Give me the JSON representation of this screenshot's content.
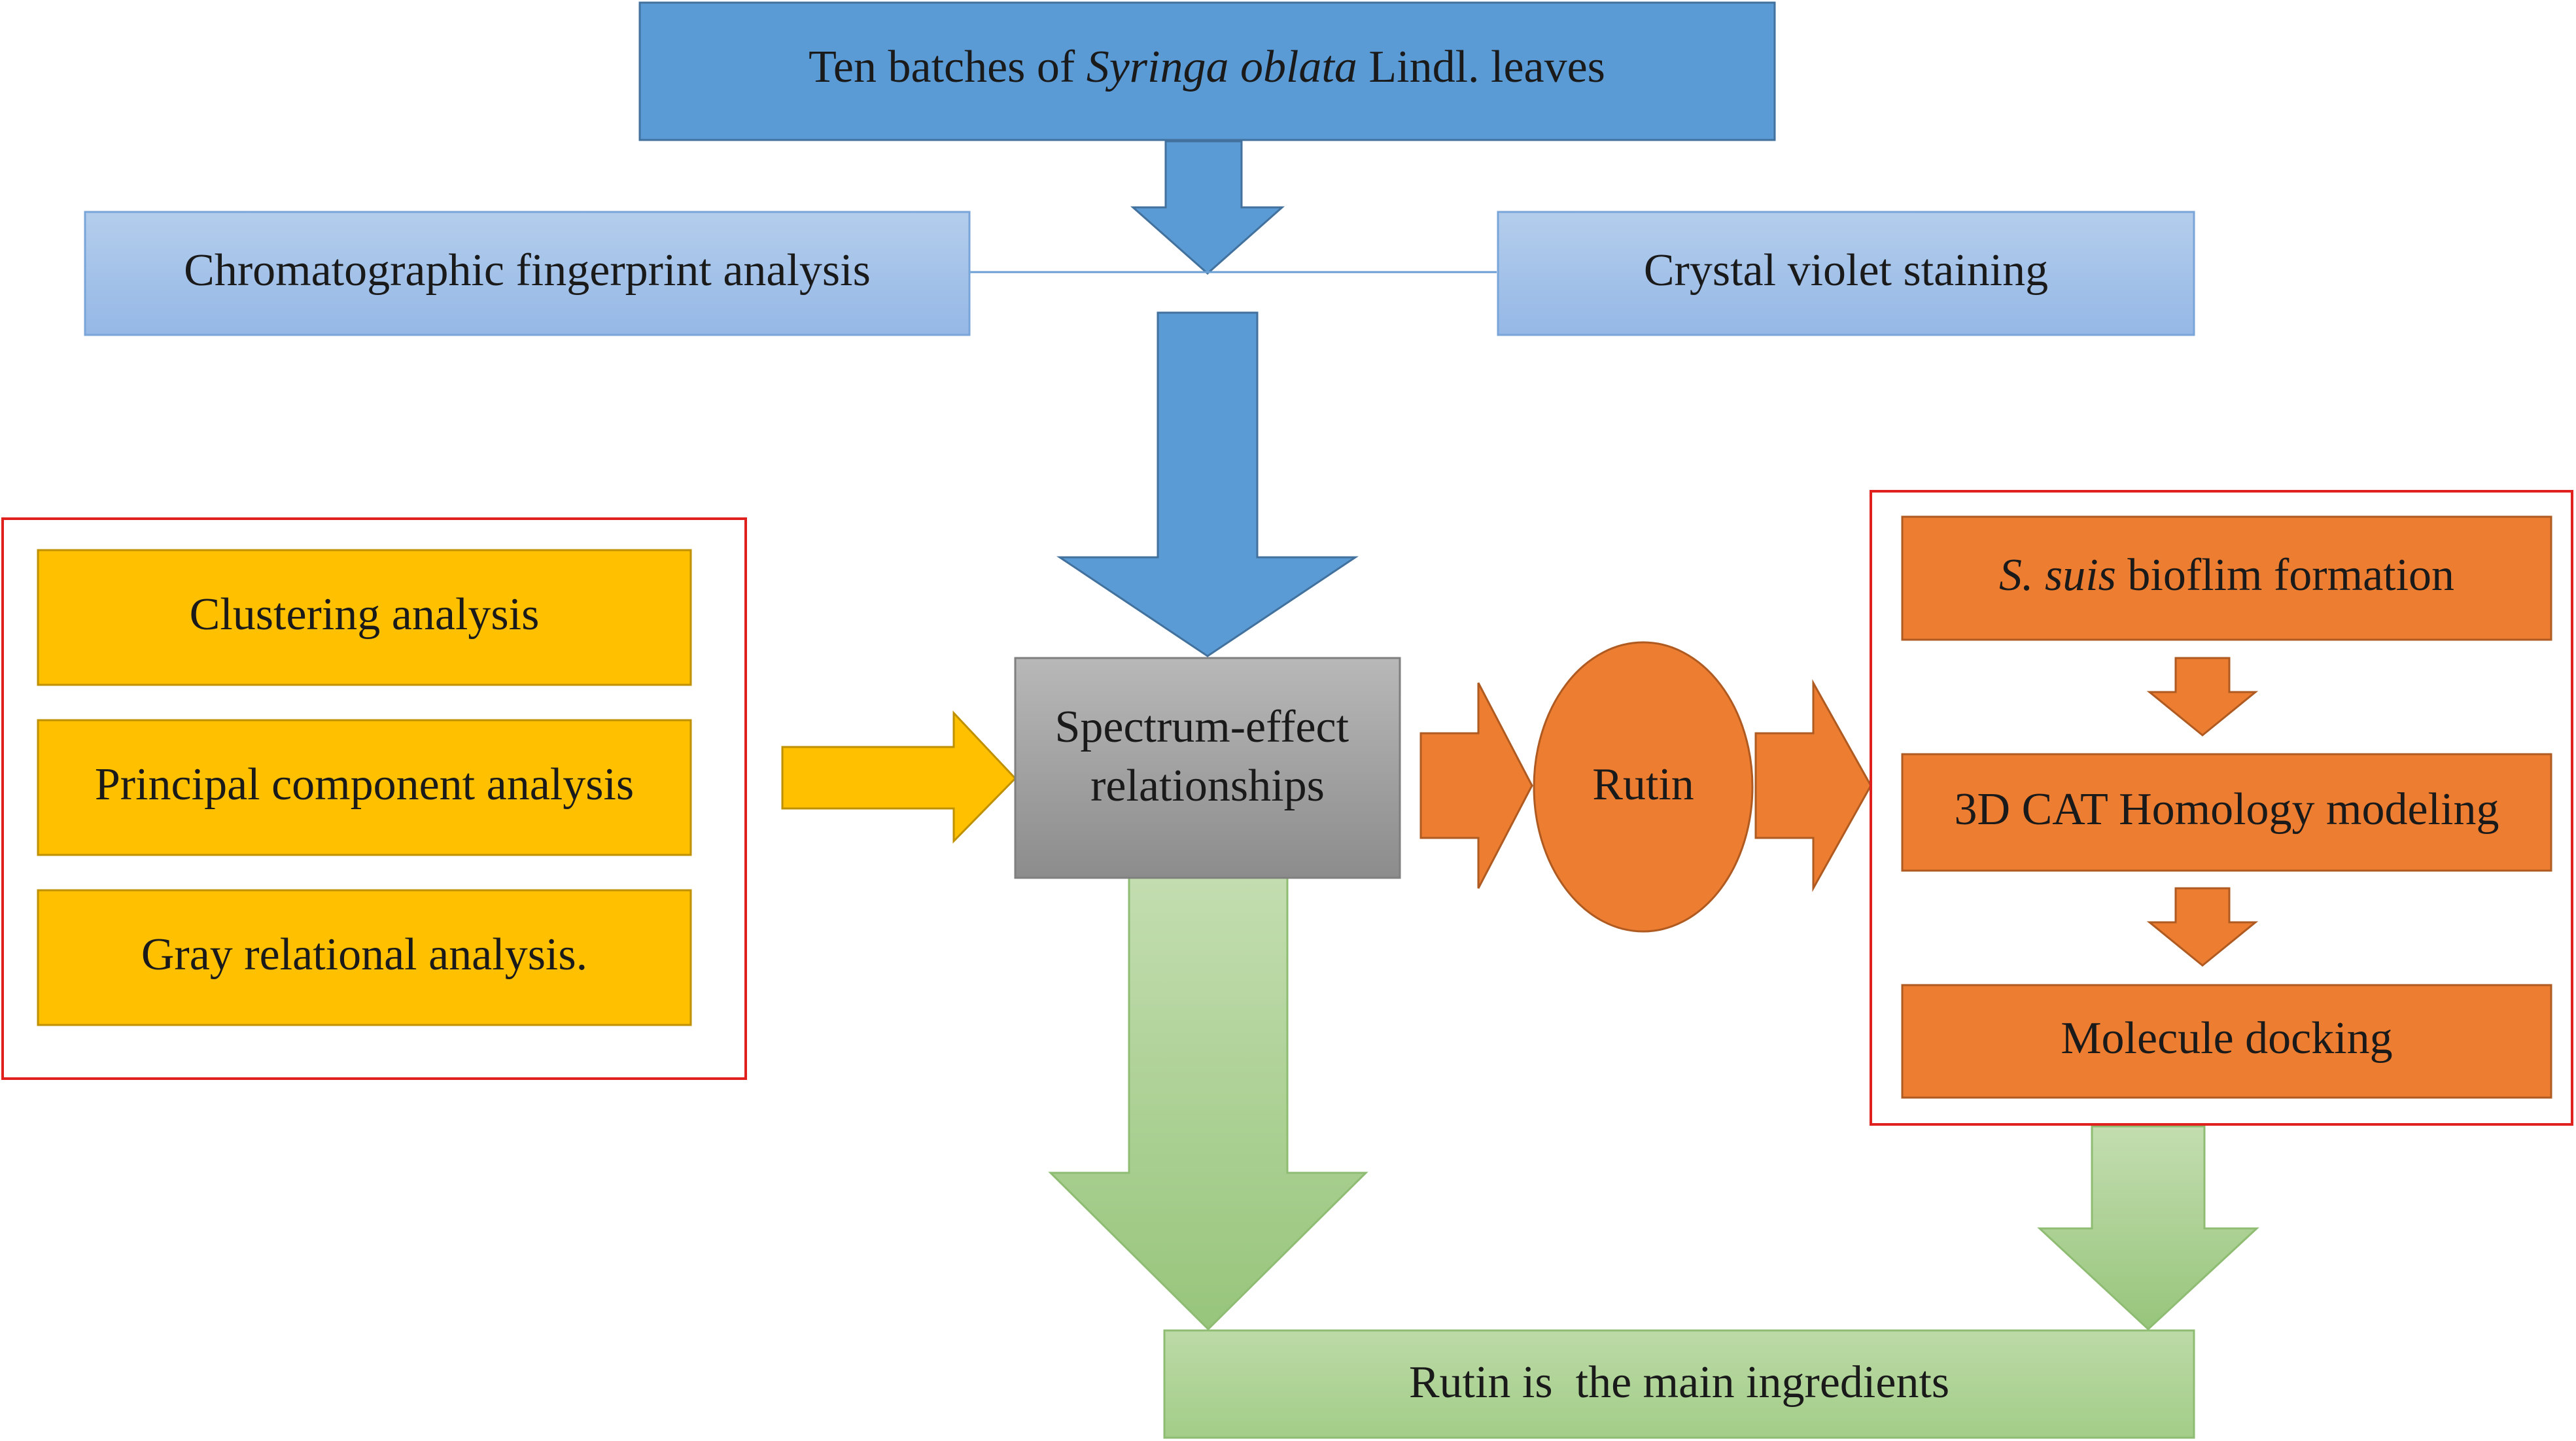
{
  "top": {
    "prefix": "Ten batches of ",
    "italic": "Syringa oblata",
    "suffix": " Lindl. leaves"
  },
  "left_method": "Chromatographic fingerprint analysis",
  "right_method": "Crystal violet staining",
  "analyses": [
    "Clustering analysis",
    "Principal component analysis",
    "Gray relational analysis."
  ],
  "spectrum": {
    "line1": "Spectrum-effect",
    "line2": "relationships"
  },
  "rutin": "Rutin",
  "biofilm": {
    "italic": "S. suis",
    "suffix": " bioflim formation"
  },
  "homology": "3D CAT Homology modeling",
  "docking": "Molecule docking",
  "conclusion": "Rutin is  the main ingredients",
  "colors": {
    "blue_box": "#5b9bd5",
    "light_blue_box": "#a9c6ea",
    "yellow": "#ffc000",
    "orange": "#ed7d31",
    "gray": "#a5a5a5",
    "green": "#a9d18e",
    "red_frame": "#e0201c"
  }
}
